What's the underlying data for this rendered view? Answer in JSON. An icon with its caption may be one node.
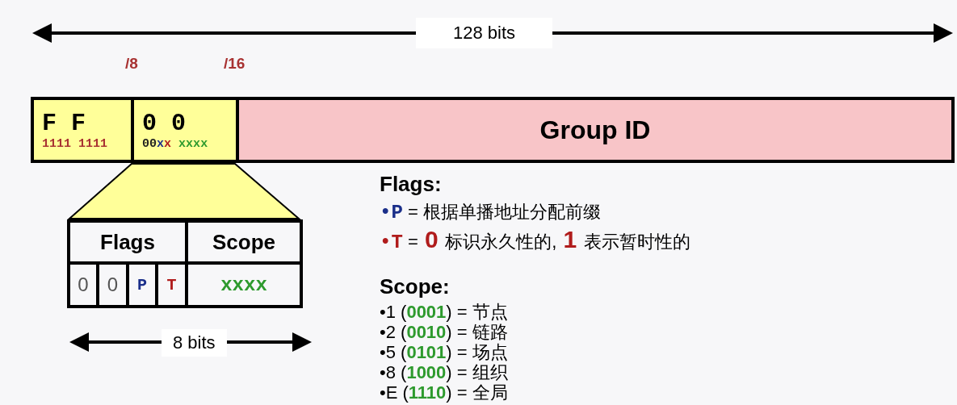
{
  "diagram": {
    "nodes": [
      {
        "text": [
          "F F",
          "1111 1111"
        ]
      },
      {
        "text": [
          "0 0",
          "00xx xxxx"
        ]
      },
      {
        "text": [
          "Group ID"
        ]
      },
      {
        "text": [
          "Flags"
        ]
      },
      {
        "text": [
          "Scope"
        ]
      },
      {
        "text": [
          "0"
        ]
      },
      {
        "text": [
          "0"
        ]
      },
      {
        "text": [
          "P"
        ]
      },
      {
        "text": [
          "T"
        ]
      },
      {
        "text": [
          "xxxx"
        ]
      },
      {
        "text": [],
        "shape": "trapezoid"
      }
    ],
    "edges": [],
    "labels": [
      "128 bits",
      "/8",
      "/16",
      "8 bits",
      "Flags:",
      "•P = 根据单播地址分配前缀",
      "•T = 0 标识永久性的, 1 表示暂时性的",
      "Scope:",
      "•1 (0001) = 节点",
      "•2 (0010) = 链路",
      "•5 (0101) = 场点",
      "•8 (1000) = 组织",
      "•E (1110) = 全局"
    ]
  }
}
